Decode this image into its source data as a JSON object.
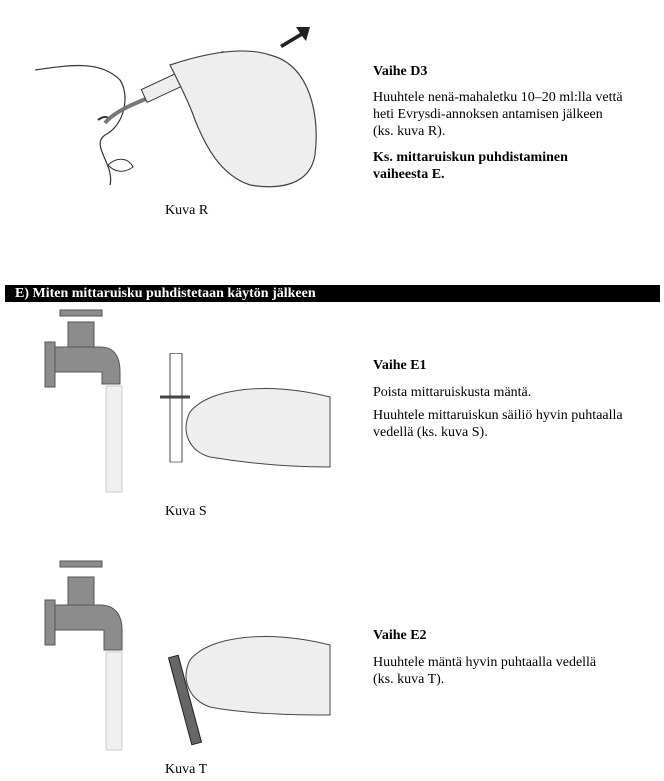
{
  "stepD3": {
    "title": "Vaihe D3",
    "text_lines": [
      "Huuhtele nenä-mahaletku 10–20 ml:lla vettä",
      "heti Evrysdi-annoksen antamisen jälkeen",
      "(ks. kuva R)."
    ],
    "bold_lines": [
      "Ks. mittaruiskun puhdistaminen",
      "vaiheesta E."
    ],
    "caption": "Kuva R"
  },
  "sectionE": {
    "heading": "E) Miten mittaruisku puhdistetaan käytön jälkeen"
  },
  "stepE1": {
    "title": "Vaihe E1",
    "para1": "Poista mittaruiskusta mäntä.",
    "para2_lines": [
      "Huuhtele mittaruiskun säiliö hyvin puhtaalla",
      "vedellä (ks. kuva S)."
    ],
    "caption": "Kuva S"
  },
  "stepE2": {
    "title": "Vaihe E2",
    "text_lines": [
      "Huuhtele mäntä hyvin puhtaalla vedellä",
      "(ks. kuva T)."
    ],
    "caption": "Kuva T"
  },
  "colors": {
    "faucet": "#8c8c8c",
    "line": "#333333"
  }
}
